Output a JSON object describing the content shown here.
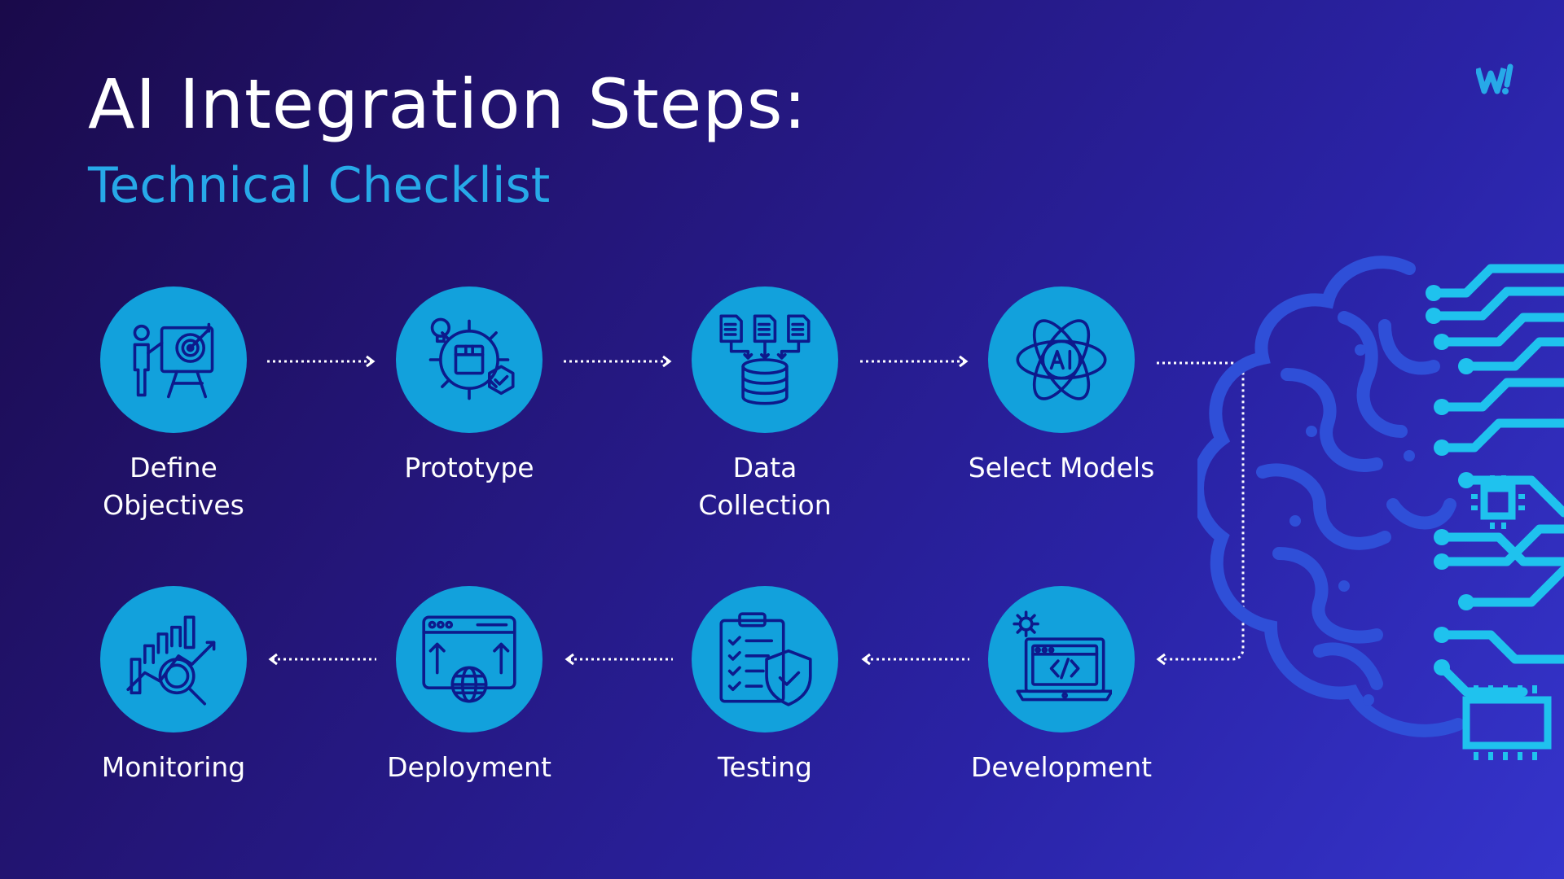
{
  "title": "AI Integration Steps:",
  "subtitle": "Technical Checklist",
  "logo_text": "W!",
  "colors": {
    "background_start": "#1a0a4a",
    "background_end": "#3534cc",
    "circle": "#12a1dc",
    "icon_stroke": "#0d1a8c",
    "subtitle": "#27a9e8",
    "brain": "#2f4fd8",
    "circuit": "#1fc2ee"
  },
  "steps": [
    {
      "label": "Define Objectives",
      "icon": "target-presentation-icon"
    },
    {
      "label": "Prototype",
      "icon": "gear-idea-icon"
    },
    {
      "label": "Data Collection",
      "icon": "database-documents-icon"
    },
    {
      "label": "Select Models",
      "icon": "ai-atom-icon"
    },
    {
      "label": "Development",
      "icon": "laptop-code-icon"
    },
    {
      "label": "Testing",
      "icon": "clipboard-shield-icon"
    },
    {
      "label": "Deployment",
      "icon": "browser-globe-icon"
    },
    {
      "label": "Monitoring",
      "icon": "chart-magnifier-icon"
    }
  ]
}
